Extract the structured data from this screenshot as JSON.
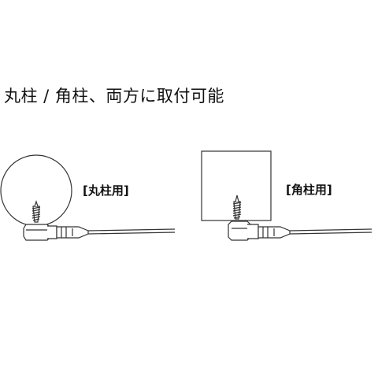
{
  "headline": "丸柱 / 角柱、両方に取付可能",
  "labels": {
    "round_pillar": "[丸柱用]",
    "square_pillar": "[角柱用]"
  },
  "colors": {
    "line": "#333333",
    "text": "#111111"
  }
}
